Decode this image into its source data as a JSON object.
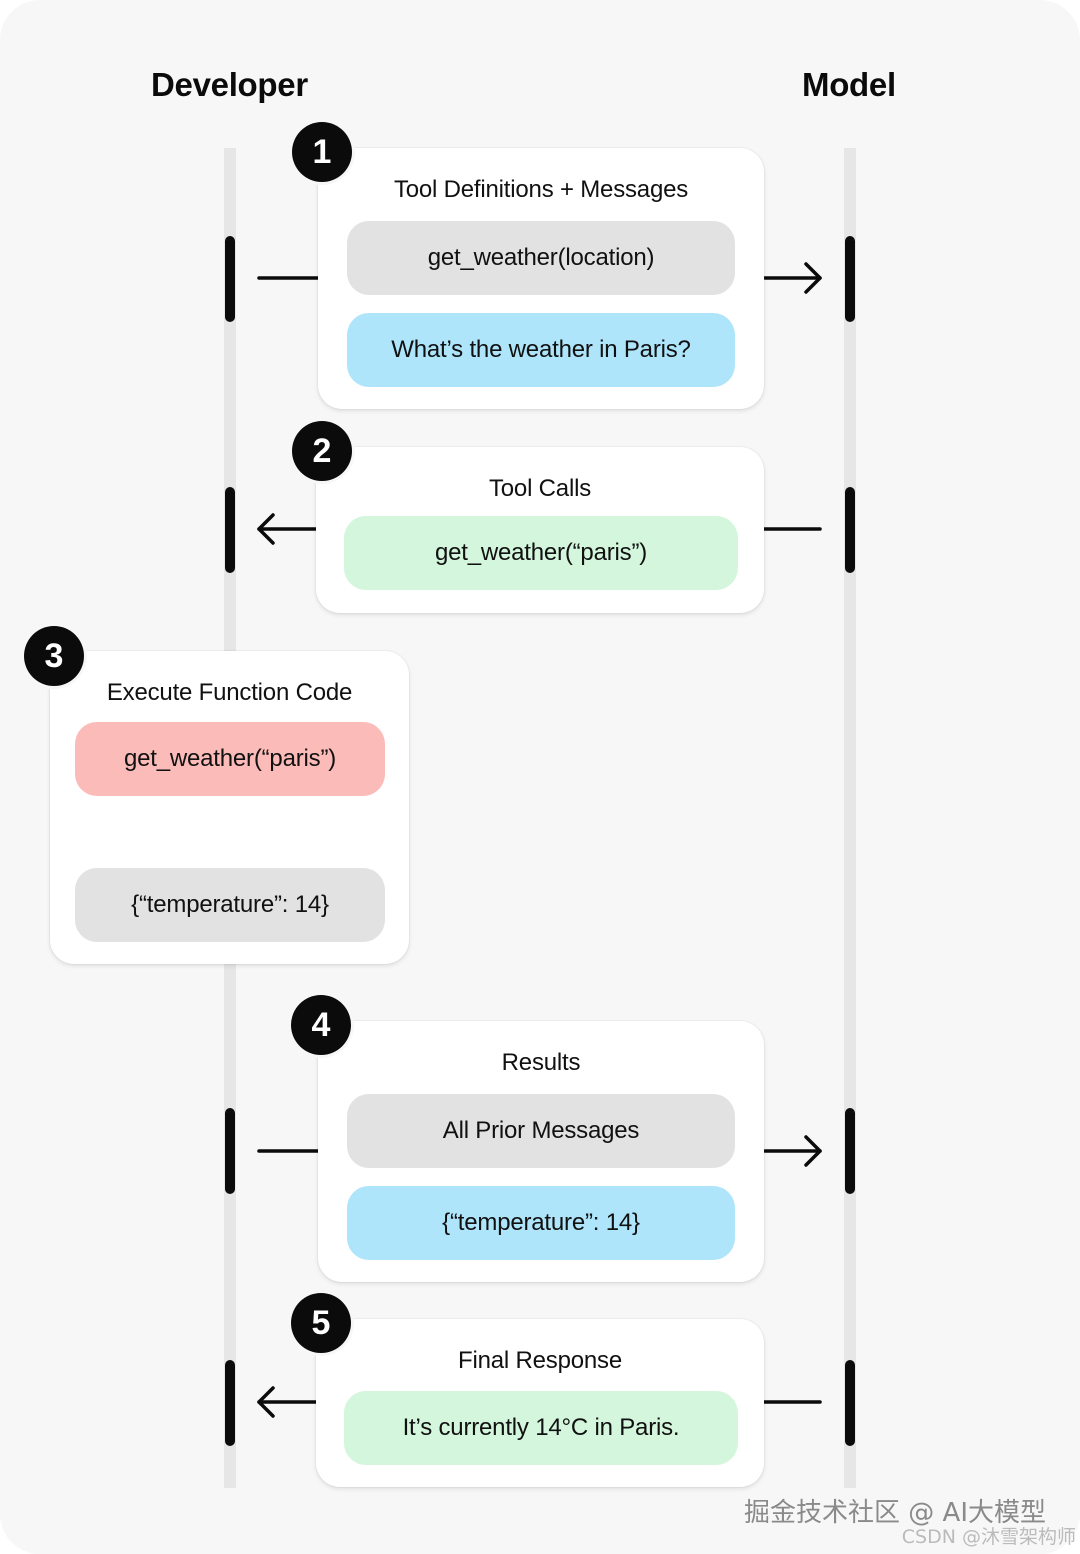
{
  "columns": {
    "developer": "Developer",
    "model": "Model"
  },
  "steps": [
    {
      "number": "1",
      "title": "Tool Definitions + Messages",
      "items": [
        "get_weather(location)",
        "What’s the weather in Paris?"
      ]
    },
    {
      "number": "2",
      "title": "Tool Calls",
      "items": [
        "get_weather(“paris”)"
      ]
    },
    {
      "number": "3",
      "title": "Execute Function Code",
      "items": [
        "get_weather(“paris”)",
        "{“temperature”: 14}"
      ]
    },
    {
      "number": "4",
      "title": "Results",
      "items": [
        "All Prior Messages",
        "{“temperature”: 14}"
      ]
    },
    {
      "number": "5",
      "title": "Final Response",
      "items": [
        "It’s currently 14°C in Paris."
      ]
    }
  ],
  "watermark": {
    "line1": "掘金技术社区 @ AI大模型",
    "line2": "CSDN @沐雪架构师"
  },
  "colors": {
    "gray": "#e2e2e2",
    "blue": "#aee5fb",
    "green": "#d3f6dc",
    "pink": "#fbbcb9",
    "ink": "#0b0b0b"
  }
}
